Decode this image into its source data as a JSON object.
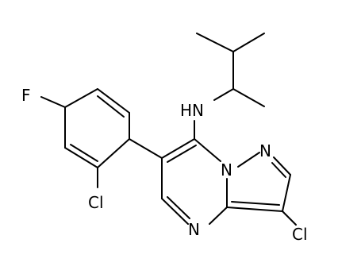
{
  "structure": {
    "atom_labels": {
      "fluorine": "F",
      "chlorine_aryl": "Cl",
      "amine": "HN",
      "pyrazole_n": "N",
      "bridge_n": "N",
      "pyrimidine_n": "N",
      "chlorine_pyrazole": "Cl"
    }
  }
}
